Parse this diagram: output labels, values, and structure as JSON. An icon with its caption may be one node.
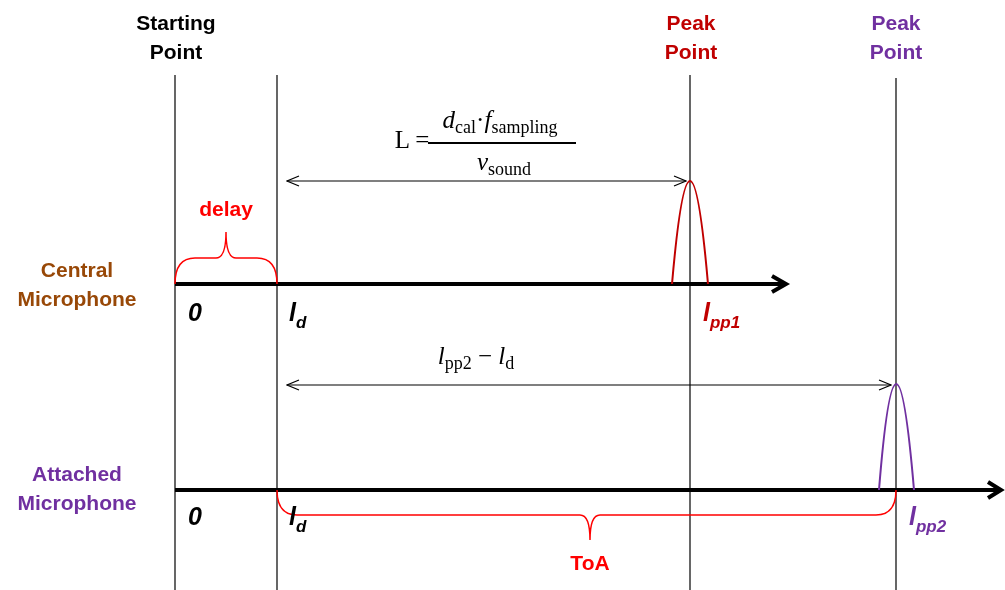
{
  "diagram": {
    "labels": [
      "Starting Point",
      "Peak Point",
      "Peak Point",
      "L =",
      "*d*$_{cal}$·*f*$_{sampling}$",
      "*v*$_{sound}$",
      "delay",
      "Central Microphone",
      "0",
      "l$_{d}$",
      "l$_{pp1}$",
      "*l*$_{pp2}$ − *l*$_{d}$",
      "Attached Microphone",
      "0",
      "l$_{d}$",
      "l$_{pp2}$",
      "ToA"
    ]
  }
}
